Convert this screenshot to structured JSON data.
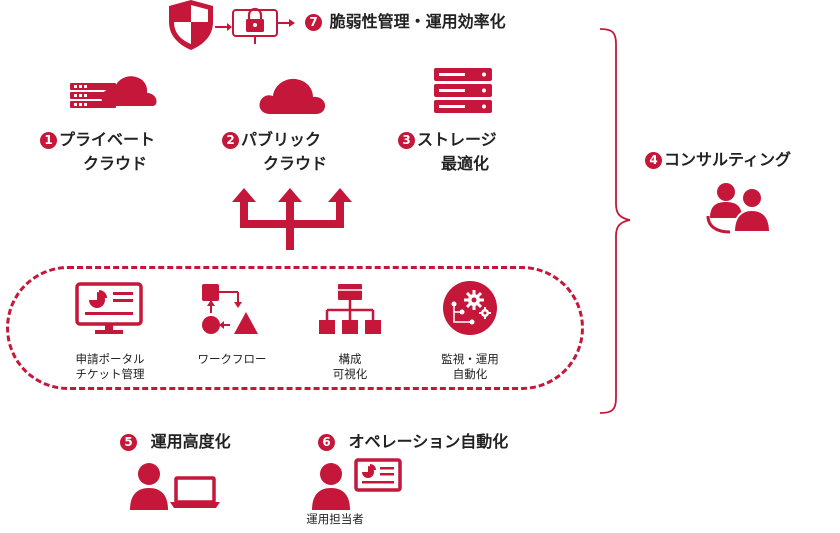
{
  "colors": {
    "accent": "#c4173a",
    "text": "#222222"
  },
  "items": {
    "private_cloud": {
      "num": "1",
      "line1": "プライベート",
      "line2": "クラウド",
      "icon": "server-cloud-icon"
    },
    "public_cloud": {
      "num": "2",
      "line1": "パブリック",
      "line2": "クラウド",
      "icon": "cloud-icon"
    },
    "storage": {
      "num": "3",
      "line1": "ストレージ",
      "line2": "最適化",
      "icon": "storage-icon"
    },
    "consulting": {
      "num": "4",
      "label": "コンサルティング",
      "icon": "consulting-people-icon"
    },
    "ops_advance": {
      "num": "5",
      "label": "運用高度化",
      "icon": "person-laptop-icon"
    },
    "ops_automation": {
      "num": "6",
      "label": "オペレーション自動化",
      "icon": "person-dashboard-icon"
    },
    "vuln_mgmt": {
      "num": "7",
      "label": "脆弱性管理・運用効率化",
      "icon": "shield-lock-icon"
    }
  },
  "tools": [
    {
      "line1": "申請ポータル",
      "line2": "チケット管理",
      "icon": "monitor-portal-icon"
    },
    {
      "line1": "ワークフロー",
      "line2": "",
      "icon": "workflow-icon"
    },
    {
      "line1": "構成",
      "line2": "可視化",
      "icon": "hierarchy-icon"
    },
    {
      "line1": "監視・運用",
      "line2": "自動化",
      "icon": "gear-automation-icon"
    }
  ],
  "operator_label": "運用担当者"
}
